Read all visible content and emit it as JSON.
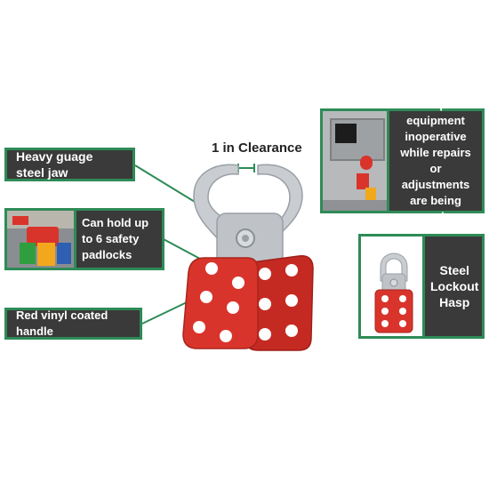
{
  "clearance_label": "1 in Clearance",
  "callouts": {
    "jaw": "Heavy guage steel jaw",
    "padlocks": "Can hold up to 6 safety padlocks",
    "handle": "Red vinyl coated handle",
    "equipment": "Keeps equipment inoperative while repairs or adjustments are being made",
    "hasp": "Steel Lockout Hasp"
  },
  "colors": {
    "callout_bg": "#3a3a3a",
    "callout_border": "#2e8b57",
    "hasp_red": "#d9342b",
    "steel": "#c9ccd0"
  }
}
